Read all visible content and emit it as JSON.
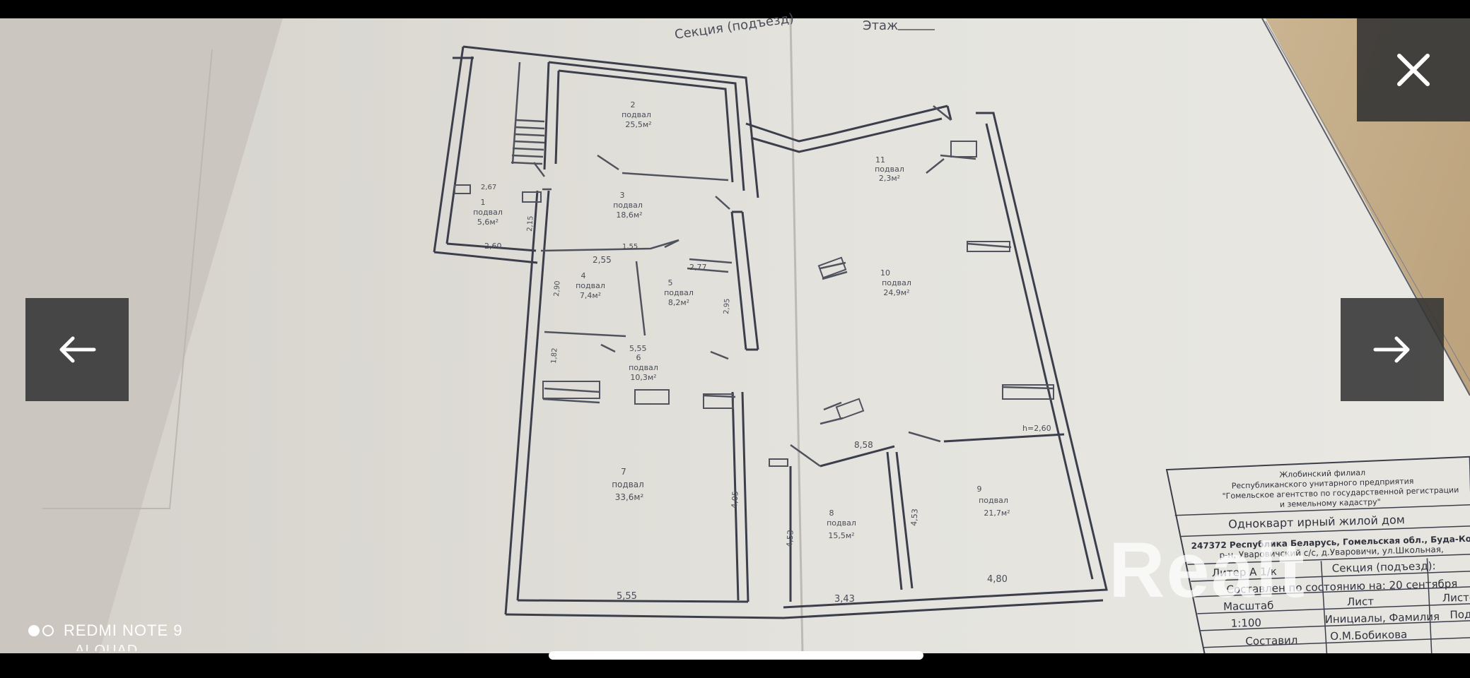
{
  "viewer": {
    "prev_icon": "arrow-left-icon",
    "next_icon": "arrow-right-icon",
    "close_icon": "close-icon"
  },
  "camera_watermark": {
    "device": "REDMI NOTE 9",
    "camera": "AI QUAD CAMERA"
  },
  "brand_watermark": "Realt",
  "photo": {
    "header_section": "Секция (подъезд)",
    "header_floor": "Этаж",
    "stamp": {
      "org_1": "Жлобинский филиал",
      "org_2": "Республиканского унитарного предприятия",
      "org_3": "\"Гомельское агентство по государственной регистрации",
      "org_4": "и земельному кадастру\"",
      "object": "Однокварт ирный жилой дом",
      "address_1": "247372 Республика Беларусь, Гомельская обл., Буда-Ко",
      "address_2": "р-н, Уваровичский с/с, д.Уваровичи, ул.Школьная,",
      "liter": "Литер А 1/к",
      "section": "Секция (подъезд):",
      "state_date": "Составлен по состоянию на: 20 сентября",
      "col_scale": "Масштаб",
      "col_sheet": "Лист",
      "col_sheets": "Листов",
      "scale_value": "1:100",
      "initials_label": "Инициалы, Фамилия",
      "col_sign": "Подп",
      "composed": "Составил",
      "composer": "О.М.Бобикова"
    },
    "rooms": [
      {
        "num": "1",
        "name": "подвал",
        "area": "5,6м²"
      },
      {
        "num": "2",
        "name": "подвал",
        "area": "25,5м²"
      },
      {
        "num": "3",
        "name": "подвал",
        "area": "18,6м²"
      },
      {
        "num": "4",
        "name": "подвал",
        "area": "7,4м²"
      },
      {
        "num": "5",
        "name": "подвал",
        "area": "8,2м²"
      },
      {
        "num": "6",
        "name": "подвал",
        "area": "10,3м²"
      },
      {
        "num": "7",
        "name": "подвал",
        "area": "33,6м²"
      },
      {
        "num": "8",
        "name": "подвал",
        "area": "15,5м²"
      },
      {
        "num": "9",
        "name": "подвал",
        "area": "21,7м²"
      },
      {
        "num": "10",
        "name": "подвал",
        "area": "24,9м²"
      },
      {
        "num": "11",
        "name": "подвал",
        "area": "2,3м²"
      }
    ],
    "dims": {
      "d_255": "2,55",
      "d_155": "1,55",
      "d_277": "2,77",
      "d_290": "2,90",
      "d_295": "2,95",
      "d_555a": "5,55",
      "d_182": "1,82",
      "d_555b": "5,55",
      "d_405": "4,05",
      "d_453a": "4,53",
      "d_453b": "4,53",
      "d_343": "3,43",
      "d_480": "4,80",
      "d_858": "8,58",
      "d_267": "2,67",
      "d_260": "2,60",
      "d_215": "2,15",
      "h260": "h=2,60"
    }
  }
}
